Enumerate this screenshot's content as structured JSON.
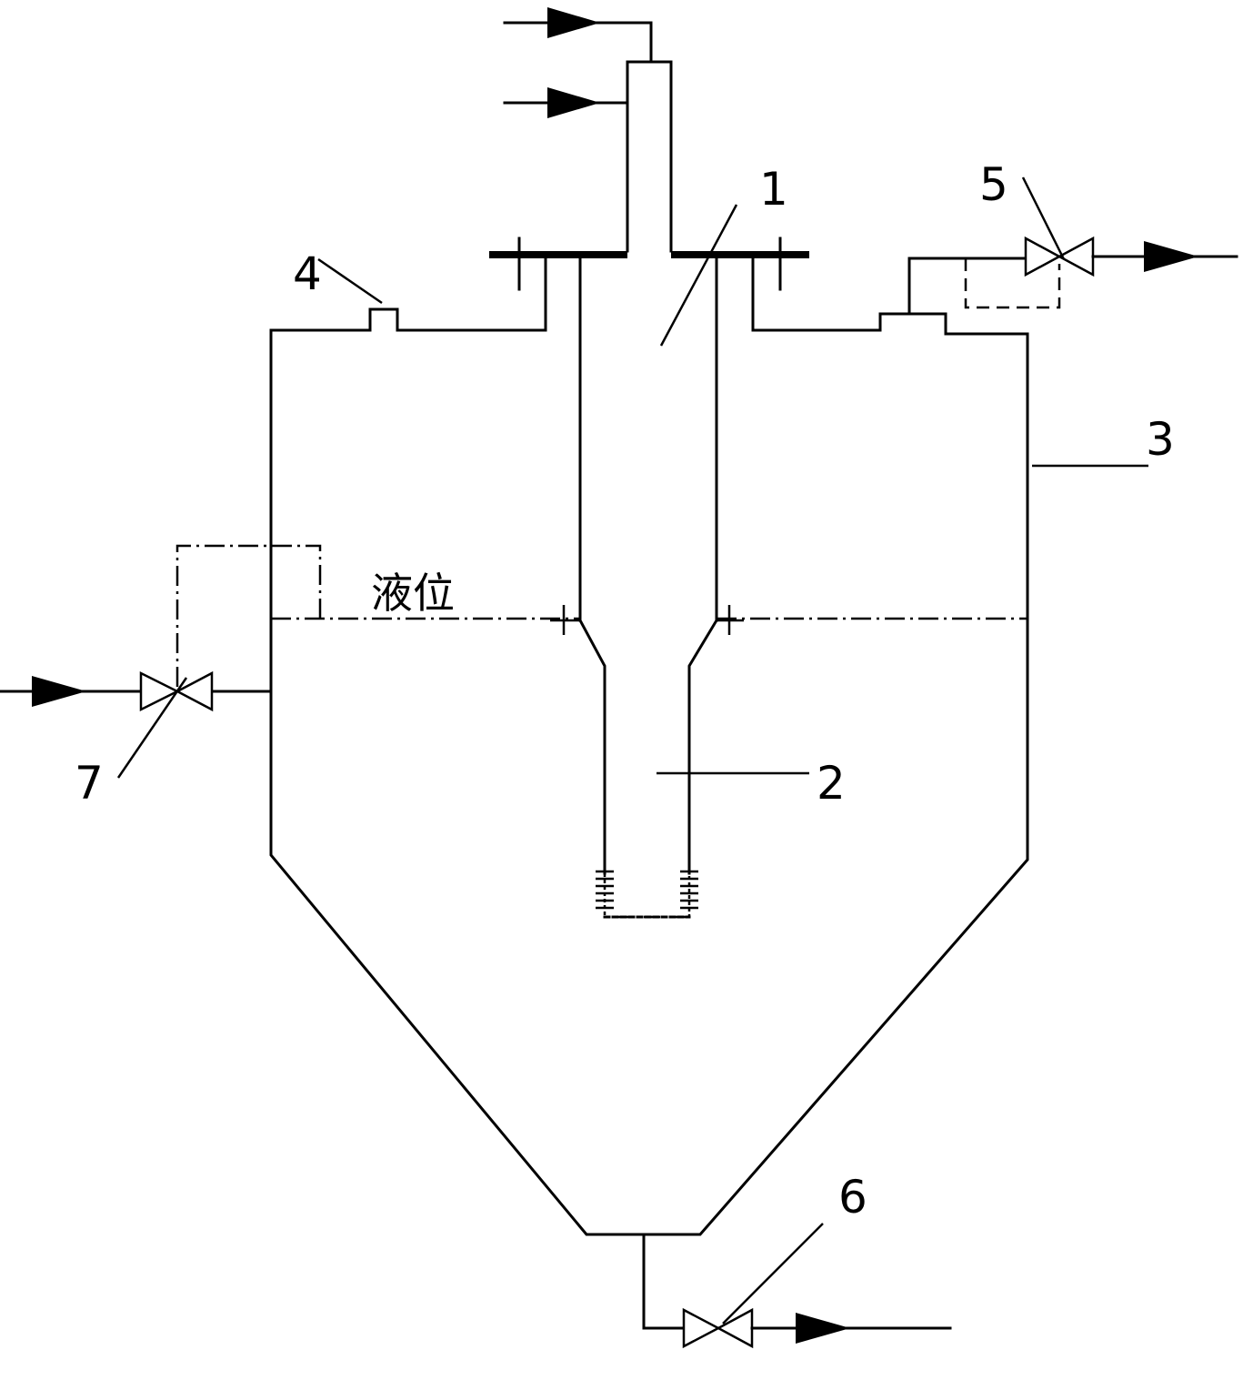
{
  "labels": {
    "n1": "1",
    "n2": "2",
    "n3": "3",
    "n4": "4",
    "n5": "5",
    "n6": "6",
    "n7": "7",
    "level": "液位"
  },
  "colors": {
    "line": "#000000",
    "background": "#ffffff"
  }
}
